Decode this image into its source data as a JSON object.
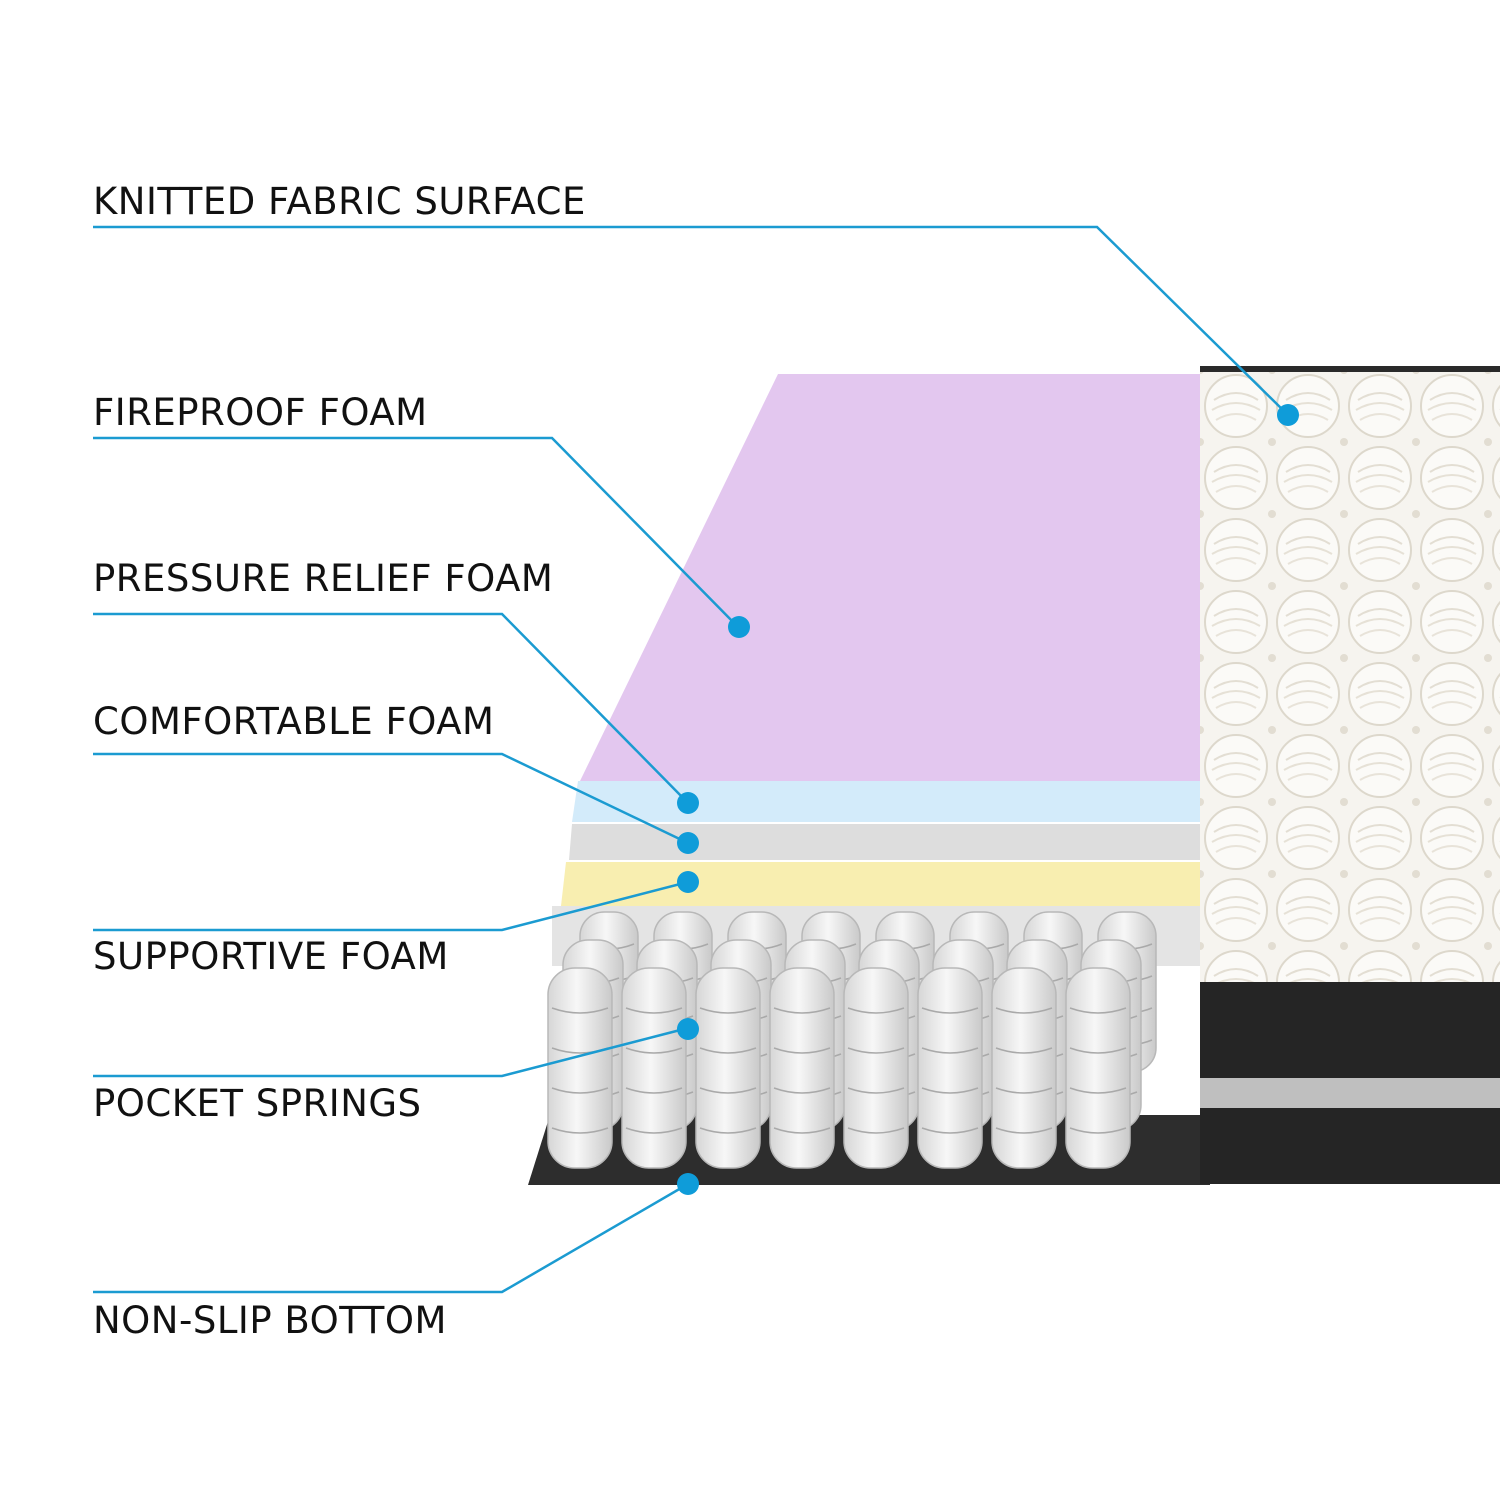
{
  "colors": {
    "leader": "#1b9bd1",
    "dot": "#0f9cd9",
    "fireproof_foam": "#e3c7ef",
    "pressure_relief_foam": "#d3ebfa",
    "comfortable_foam": "#dddddd",
    "supportive_foam": "#f8eeb0",
    "springs": "#ececec",
    "bottom": "#2d2d2d",
    "fabric": "#f6f4ef",
    "border_band": "#252525"
  },
  "layers": [
    {
      "id": "knitted-fabric-surface",
      "label": "KNITTED FABRIC SURFACE"
    },
    {
      "id": "fireproof-foam",
      "label": "FIREPROOF FOAM"
    },
    {
      "id": "pressure-relief-foam",
      "label": "PRESSURE RELIEF FOAM"
    },
    {
      "id": "comfortable-foam",
      "label": "COMFORTABLE FOAM"
    },
    {
      "id": "supportive-foam",
      "label": "SUPPORTIVE FOAM"
    },
    {
      "id": "pocket-springs",
      "label": "POCKET SPRINGS"
    },
    {
      "id": "non-slip-bottom",
      "label": "NON-SLIP BOTTOM"
    }
  ]
}
